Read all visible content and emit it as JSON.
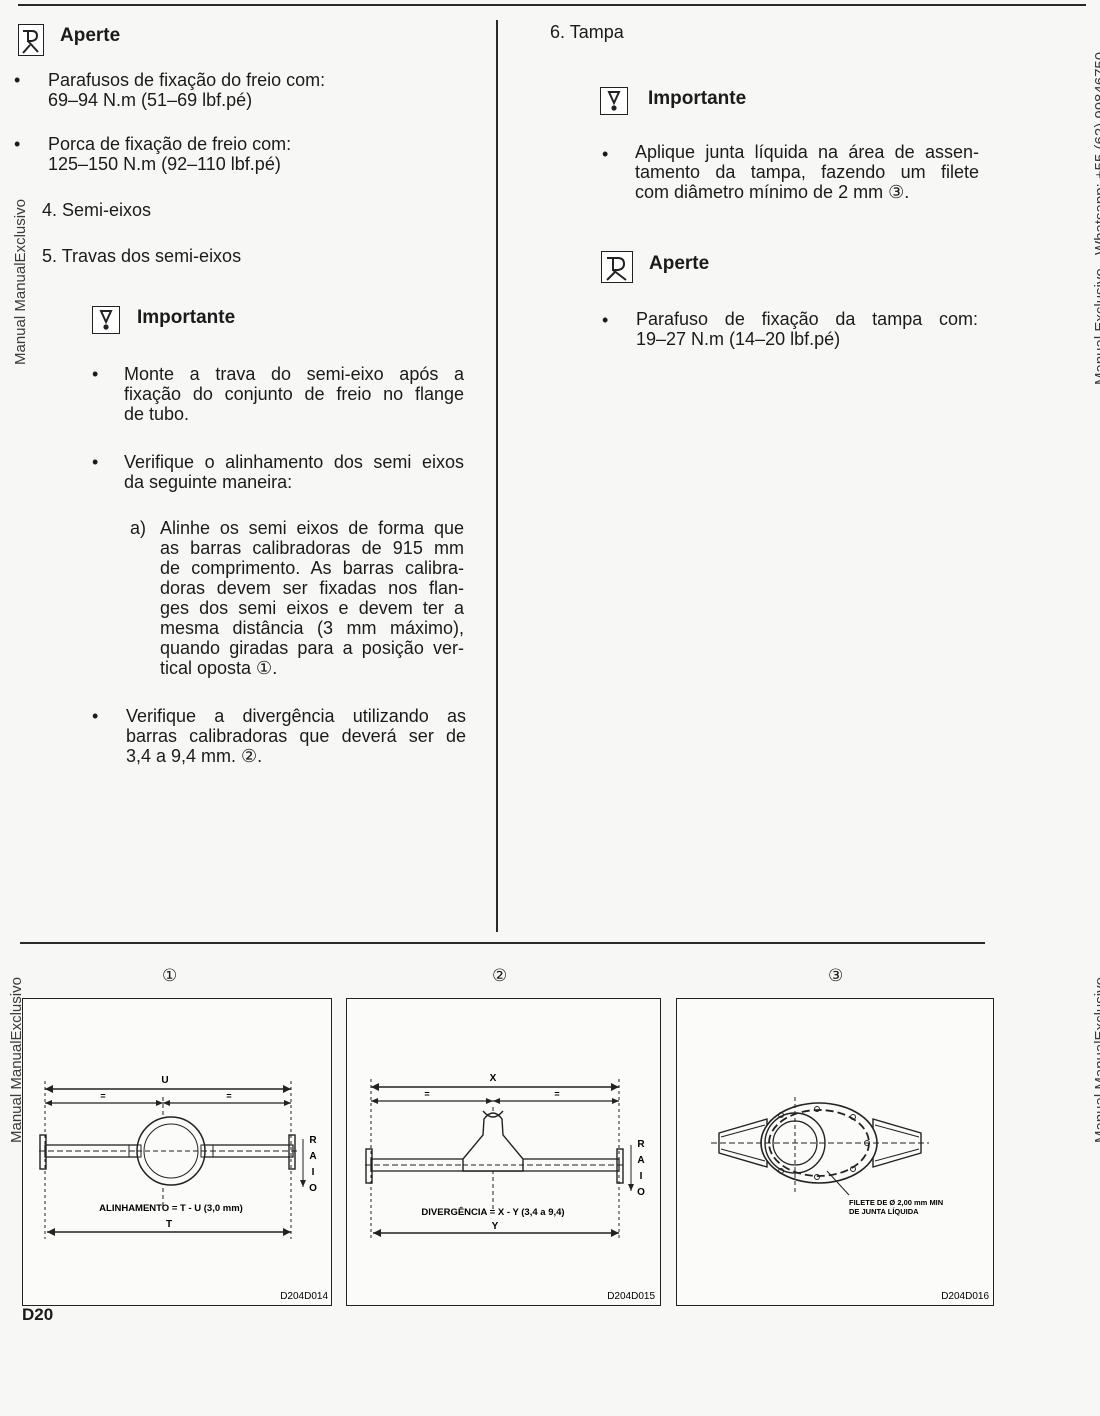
{
  "side_text": {
    "left": "Manual ManualExclusivo",
    "right_top": "Manual Exclusivo - Whatsapp: +55 (62) 99846750",
    "right_bottom": "Manual ManualExclusivo"
  },
  "left_col": {
    "aperte": {
      "heading": "Aperte",
      "bullets": [
        {
          "line1": "Parafusos de fixação do freio com:",
          "line2": "69–94 N.m (51–69 lbf.pé)"
        },
        {
          "line1": "Porca de fixação de freio com:",
          "line2": "125–150 N.m (92–110 lbf.pé)"
        }
      ]
    },
    "item4": "4. Semi-eixos",
    "item5": "5. Travas dos semi-eixos",
    "importante": {
      "heading": "Importante",
      "b1": [
        "Monte a trava do semi-eixo após a",
        "fixação do conjunto de freio no flange",
        "de tubo."
      ],
      "b2": [
        "Verifique o alinhamento dos semi eixos",
        "da seguinte maneira:"
      ],
      "a_label": "a)",
      "a_lines": [
        "Alinhe os semi eixos de forma que",
        "as barras calibradoras de 915 mm",
        "de comprimento. As barras calibra-",
        "doras devem ser fixadas nos flan-",
        "ges dos semi  eixos e devem ter a",
        "mesma distância (3 mm máximo),",
        "quando giradas para a posição ver-",
        "tical oposta ①."
      ],
      "b3": [
        "Verifique a divergência utilizando as",
        "barras calibradoras que deverá ser de",
        "3,4 a  9,4 mm. ②."
      ]
    }
  },
  "right_col": {
    "item6": "6. Tampa",
    "importante": {
      "heading": "Importante",
      "lines": [
        "Aplique junta líquida na área de assen-",
        "tamento da tampa, fazendo um filete",
        "com diâmetro mínimo de 2 mm ③."
      ]
    },
    "aperte": {
      "heading": "Aperte",
      "lines": [
        "Parafuso de fixação da tampa com:",
        "19–27 N.m (14–20 lbf.pé)"
      ]
    }
  },
  "figures": {
    "f1": {
      "num": "①",
      "code": "D204D014",
      "label_u": "U",
      "label_t": "T",
      "eq": "=",
      "raio": [
        "R",
        "A",
        "I",
        "O"
      ],
      "formula": "ALINHAMENTO = T - U (3,0 mm)"
    },
    "f2": {
      "num": "②",
      "code": "D204D015",
      "label_x": "X",
      "label_y": "Y",
      "eq": "=",
      "raio": [
        "R",
        "A",
        "I",
        "O"
      ],
      "formula": "DIVERGÊNCIA = X - Y (3,4 a 9,4)"
    },
    "f3": {
      "num": "③",
      "code": "D204D016",
      "note": [
        "FILETE DE Ø 2,00 mm MIN",
        "DE JUNTA LÍQUIDA"
      ]
    }
  },
  "page_id": "D20"
}
